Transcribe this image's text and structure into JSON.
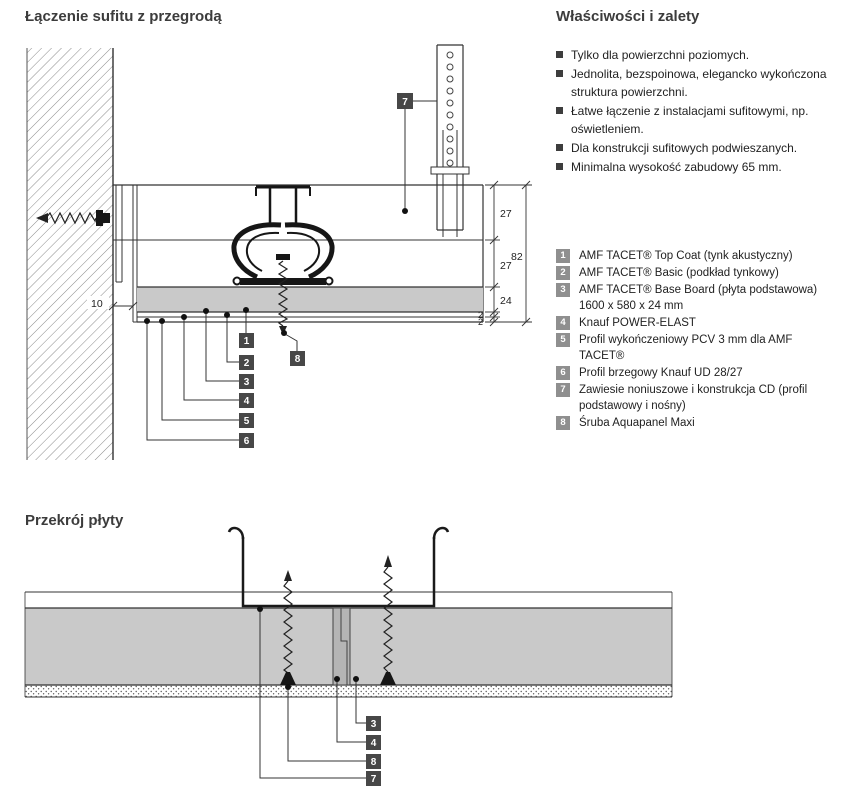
{
  "detail1": {
    "title": "Łączenie sufitu z przegrodą",
    "dims": {
      "gap": "10",
      "h1": "27",
      "h2": "27",
      "board": "24",
      "layer1": "2",
      "layer2": "2",
      "total": "82"
    },
    "callouts": {
      "c1": "1",
      "c2": "2",
      "c3": "3",
      "c4": "4",
      "c5": "5",
      "c6": "6",
      "c7": "7",
      "c8": "8"
    }
  },
  "properties": {
    "title": "Właściwości i zalety",
    "items": [
      "Tylko dla powierzchni poziomych.",
      "Jednolita, bezspoinowa, elegancko wykończona struktura powierzchni.",
      "Łatwe łączenie z instalacjami sufitowymi, np. oświetleniem.",
      "Dla konstrukcji sufitowych podwieszanych.",
      "Minimalna wysokość zabudowy 65 mm."
    ]
  },
  "legend": {
    "items": [
      {
        "num": "1",
        "text": "AMF TACET® Top Coat (tynk akustyczny)"
      },
      {
        "num": "2",
        "text": "AMF TACET® Basic (podkład tynkowy)"
      },
      {
        "num": "3",
        "text": "AMF TACET® Base Board (płyta podstawowa) 1600 x 580 x 24 mm"
      },
      {
        "num": "4",
        "text": "Knauf POWER-ELAST"
      },
      {
        "num": "5",
        "text": "Profil wykończeniowy PCV 3 mm dla AMF TACET®"
      },
      {
        "num": "6",
        "text": "Profil brzegowy Knauf UD 28/27"
      },
      {
        "num": "7",
        "text": "Zawiesie noniuszowe i konstrukcja CD (profil podstawowy i nośny)"
      },
      {
        "num": "8",
        "text": "Śruba Aquapanel Maxi"
      }
    ]
  },
  "detail2": {
    "title": "Przekrój płyty",
    "callouts": {
      "c3": "3",
      "c4": "4",
      "c8": "8",
      "c7": "7"
    }
  }
}
